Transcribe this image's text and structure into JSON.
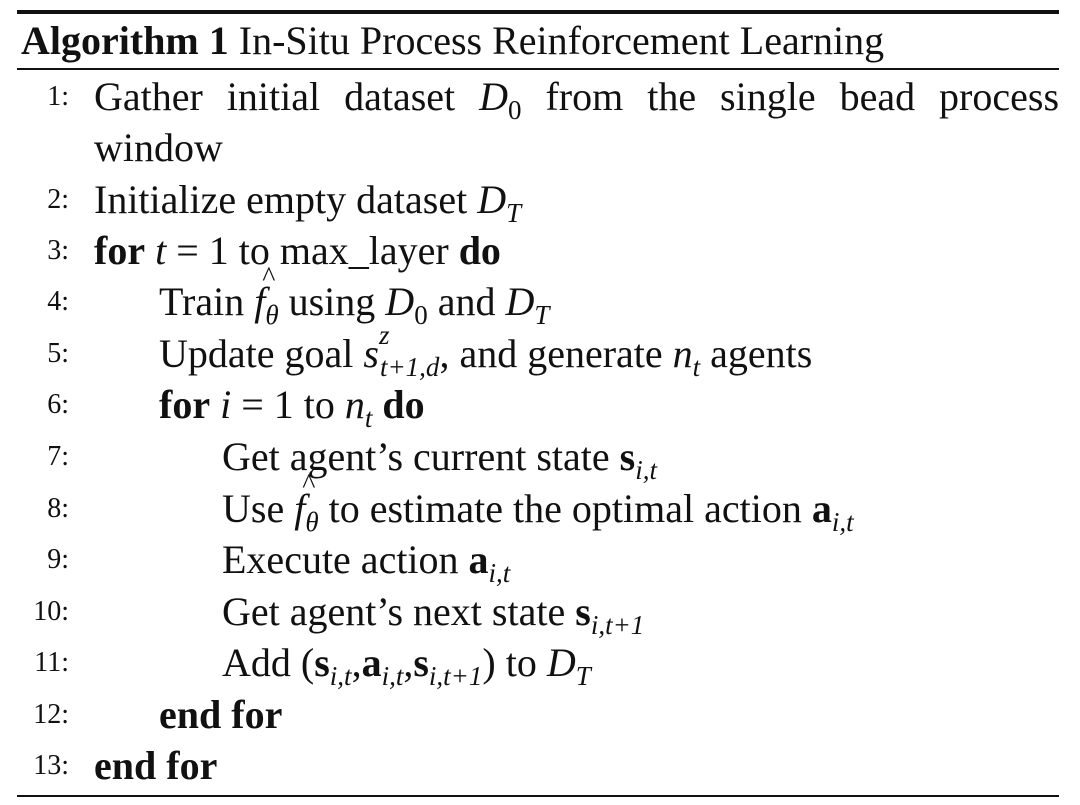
{
  "header": {
    "label": "Algorithm 1",
    "title": "In-Situ Process Reinforcement Learning"
  },
  "lines": [
    {
      "n": "1:",
      "text_a": "Gather initial dataset ",
      "math_a": "D",
      "sub_a": "0",
      "text_b": " from the single bead process"
    },
    {
      "n": "",
      "text": "window"
    },
    {
      "n": "2:",
      "text_a": "Initialize empty dataset ",
      "math_a": "D",
      "sub_a": "T"
    },
    {
      "n": "3:",
      "kw_a": "for",
      "math_a": "t",
      "text_a": " = 1 to max_layer ",
      "kw_b": "do"
    },
    {
      "n": "4:",
      "text_a": "Train ",
      "math_a": "f",
      "sub_a": "θ",
      "text_b": " using ",
      "math_b": "D",
      "sub_b": "0",
      "text_c": " and ",
      "math_c": "D",
      "sub_c": "T"
    },
    {
      "n": "5:",
      "text_a": "Update goal ",
      "math_a": "s",
      "sup_a": "z",
      "sub_a": "t+1,d",
      "text_b": ", and generate ",
      "math_b": "n",
      "sub_b": "t",
      "text_c": " agents"
    },
    {
      "n": "6:",
      "kw_a": "for",
      "math_a": "i",
      "text_a": " = 1 to ",
      "math_b": "n",
      "sub_b": "t",
      "kw_b": "do"
    },
    {
      "n": "7:",
      "text_a": "Get agent’s current state ",
      "math_a": "s",
      "sub_a": "i,t"
    },
    {
      "n": "8:",
      "text_a": "Use ",
      "math_a": "f",
      "sub_a": "θ",
      "text_b": " to estimate the optimal action ",
      "math_b": "a",
      "sub_b": "i,t"
    },
    {
      "n": "9:",
      "text_a": "Execute action ",
      "math_a": "a",
      "sub_a": "i,t"
    },
    {
      "n": "10:",
      "text_a": "Get agent’s next state ",
      "math_a": "s",
      "sub_a": "i,t+1"
    },
    {
      "n": "11:",
      "text_a": "Add (",
      "math_a": "s",
      "sub_a": "i,t",
      "sep_a": ",",
      "math_b": "a",
      "sub_b": "i,t",
      "sep_b": ",",
      "math_c": "s",
      "sub_c": "i,t+1",
      "text_b": ") to ",
      "math_d": "D",
      "sub_d": "T"
    },
    {
      "n": "12:",
      "kw_a": "end for"
    },
    {
      "n": "13:",
      "kw_a": "end for"
    }
  ]
}
